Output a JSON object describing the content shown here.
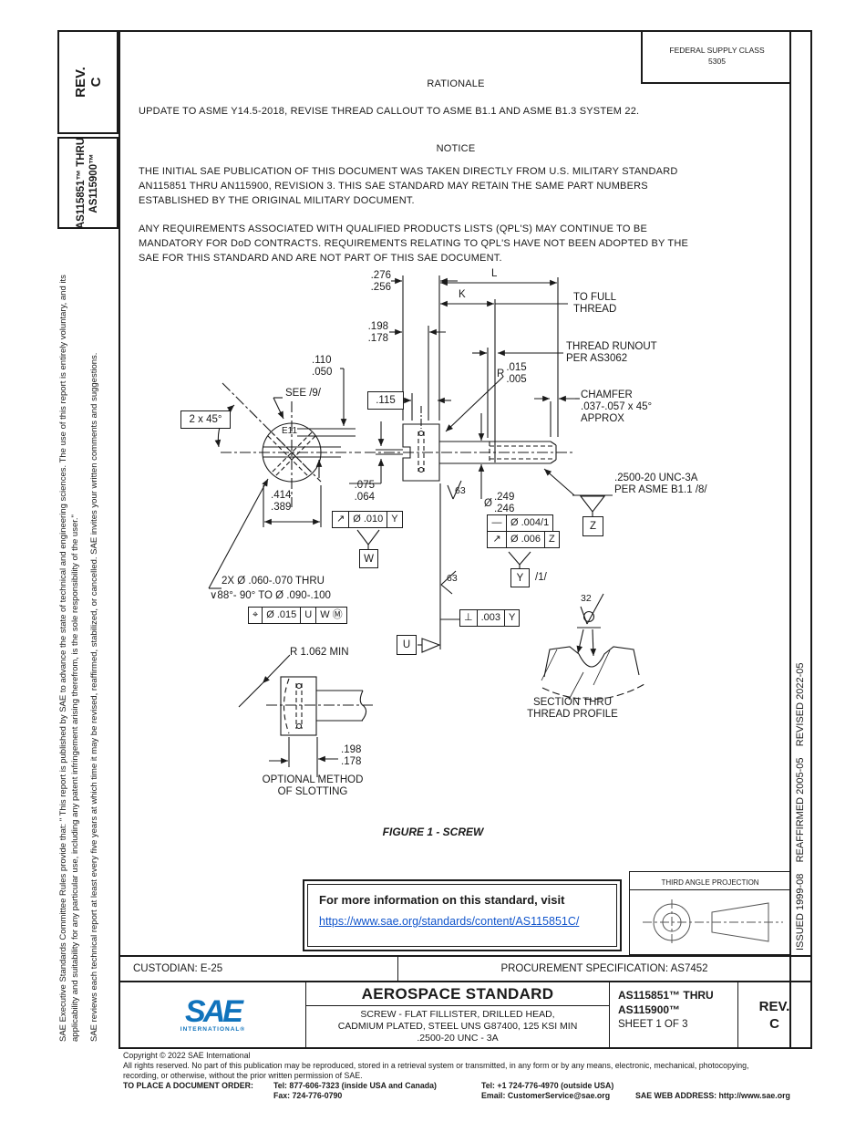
{
  "header": {
    "fsc_label": "FEDERAL SUPPLY CLASS",
    "fsc_value": "5305",
    "rationale_title": "RATIONALE",
    "rationale_body": "UPDATE TO ASME Y14.5-2018, REVISE THREAD CALLOUT TO ASME B1.1 AND ASME B1.3 SYSTEM 22.",
    "notice_title": "NOTICE",
    "notice_p1a": "THE INITIAL SAE PUBLICATION OF THIS DOCUMENT WAS TAKEN DIRECTLY FROM U.S. MILITARY STANDARD",
    "notice_p1b": "AN115851 THRU AN115900, REVISION 3. THIS SAE STANDARD MAY RETAIN THE SAME PART NUMBERS",
    "notice_p1c": "ESTABLISHED BY THE ORIGINAL MILITARY DOCUMENT.",
    "notice_p2a": "ANY REQUIREMENTS ASSOCIATED WITH QUALIFIED PRODUCTS LISTS (QPL'S) MAY CONTINUE TO BE",
    "notice_p2b": "MANDATORY FOR DoD CONTRACTS. REQUIREMENTS RELATING TO QPL'S HAVE NOT BEEN ADOPTED BY THE",
    "notice_p2c": "SAE FOR THIS STANDARD AND ARE NOT PART OF THIS SAE DOCUMENT."
  },
  "left_bar": {
    "rev": "REV.\nC",
    "part_range": "AS115851™ THRU\nAS115900™",
    "legal1": "SAE Executive Standards Committee Rules provide that: \" This report is published by SAE to advance the state of technical and engineering sciences. The use of this report is entirely voluntary, and its applicability and suitability for any particular use, including any patent infringement arising therefrom, is the sole responsibility of the user.\"",
    "legal2": "SAE reviews each technical report at least every five years at which time it may be revised, reaffirmed, stabilized, or cancelled. SAE invites your written comments and suggestions."
  },
  "right_bar": {
    "history": "ISSUED 1999-08    REAFFIRMED 2005-05    REVISED 2022-05"
  },
  "figure": {
    "dim_276": ".276\n.256",
    "len_L": "L",
    "len_K": "K",
    "to_full_thread": "TO FULL\nTHREAD",
    "dim_198": ".198\n.178",
    "thread_runout": "THREAD RUNOUT\nPER AS3062",
    "r_prefix": "R",
    "r015_stack": ".015\n.005",
    "dim_110": ".110\n.050",
    "see_note": "SEE /9/",
    "dim_115": ".115",
    "chamfer": "CHAMFER\n.037-.057 x 45°\nAPPROX",
    "angle_2x45": "2 x 45°",
    "e11": "E11",
    "dim_414": ".414\n.389",
    "dim_075": ".075\n.064",
    "finish63": "63",
    "finish63b": "63",
    "finish32": "32",
    "dia_prefix": "Ø",
    "dia249_stack": ".249\n.246",
    "thread_callout": ".2500-20 UNC-3A\nPER ASME B1.1 /8/",
    "fcf1": {
      "c1": "↗",
      "c2": "Ø .010",
      "c3": "Y"
    },
    "fcf2": {
      "r1c1": "—",
      "r1c2": "Ø .004/1",
      "r2c1": "↗",
      "r2c2": "Ø .006",
      "r2c3": "Z"
    },
    "fcf3": {
      "c1": "⊥",
      "c2": ".003",
      "c3": "Y"
    },
    "fcf4": {
      "c1": "⌖",
      "c2": "Ø .015",
      "c3": "U",
      "c4": "W Ⓜ"
    },
    "datum_W": "W",
    "datum_Y": "Y",
    "datum_Z": "Z",
    "datum_U": "U",
    "ref_1": "/1/",
    "holes_note1": "2X Ø .060-.070 THRU",
    "holes_note2": "∨88°- 90° TO Ø .090-.100",
    "r1062": "R 1.062 MIN",
    "dim_198b": ".198\n.178",
    "optional_label": "OPTIONAL METHOD\nOF SLOTTING",
    "section_label": "SECTION THRU\nTHREAD PROFILE",
    "caption": "FIGURE 1 - SCREW"
  },
  "info_box": {
    "line1": "For more information on this standard, visit",
    "link": "https://www.sae.org/standards/content/AS115851C/",
    "link_color": "#1155cc"
  },
  "projection": {
    "label": "THIRD ANGLE PROJECTION"
  },
  "footer": {
    "custodian": "CUSTODIAN: E-25",
    "procurement": "PROCUREMENT SPECIFICATION: AS7452",
    "logo_text": "SAE",
    "logo_sub": "INTERNATIONAL®",
    "logo_color": "#1073bc",
    "doc_type": "AEROSPACE STANDARD",
    "title_l1": "SCREW - FLAT FILLISTER, DRILLED HEAD,",
    "title_l2": "CADMIUM PLATED, STEEL UNS G87400, 125 KSI MIN",
    "title_l3": ".2500-20 UNC - 3A",
    "doc_numbers": "AS115851™ THRU\nAS115900™",
    "sheet": "SHEET 1 OF 3",
    "rev": "REV.\nC",
    "copyright1": "Copyright © 2022 SAE International",
    "copyright2": "All rights reserved. No part of this publication may be reproduced, stored in a retrieval system or transmitted, in any form or by any means, electronic, mechanical, photocopying,",
    "copyright3": "recording, or otherwise, without the prior written permission of SAE.",
    "order_label": "TO PLACE A DOCUMENT ORDER:",
    "tel_inside": "Tel: 877-606-7323 (inside USA and Canada)",
    "tel_outside": "Tel: +1 724-776-4970 (outside USA)",
    "fax": "Fax: 724-776-0790",
    "email": "Email: CustomerService@sae.org",
    "web": "SAE WEB ADDRESS: http://www.sae.org"
  }
}
